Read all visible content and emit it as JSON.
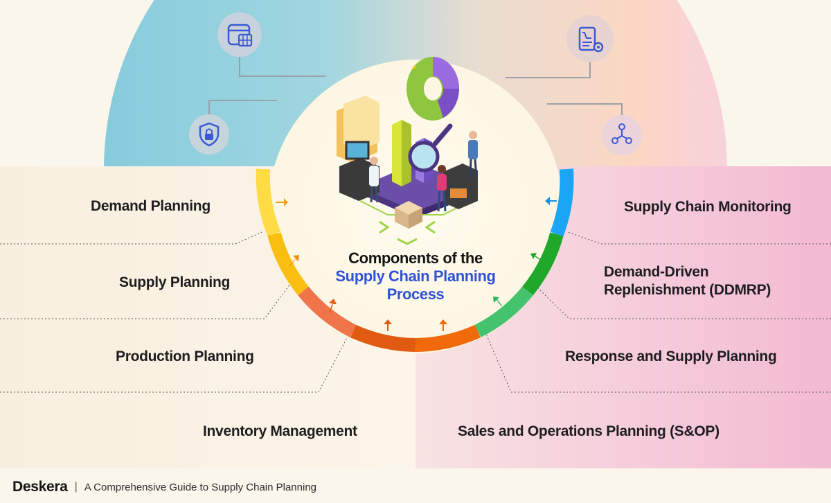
{
  "title": {
    "line1": "Components of the",
    "line2": "Supply Chain Planning",
    "line3": "Process"
  },
  "components_left": [
    "Demand Planning",
    "Supply Planning",
    "Production Planning",
    "Inventory Management"
  ],
  "components_right": [
    "Supply Chain Monitoring",
    "Demand-Driven",
    "Replenishment (DDMRP)",
    "Response and Supply Planning",
    "Sales and Operations Planning (S&OP)"
  ],
  "top_icons": [
    "calendar-window-icon",
    "cart-document-settings-icon",
    "shield-lock-icon",
    "people-network-icon"
  ],
  "footer": {
    "brand": "Deskera",
    "separator": "|",
    "tagline": "A Comprehensive Guide to Supply Chain Planning"
  },
  "colors": {
    "left_band": "#f8ecdc",
    "right_band": "#f4bed6",
    "title_blue": "#2f52d6",
    "ring_yellow": "#fdd22e",
    "ring_orange": "#f1641d",
    "ring_green": "#27a832",
    "ring_blue": "#1ba4f2"
  }
}
